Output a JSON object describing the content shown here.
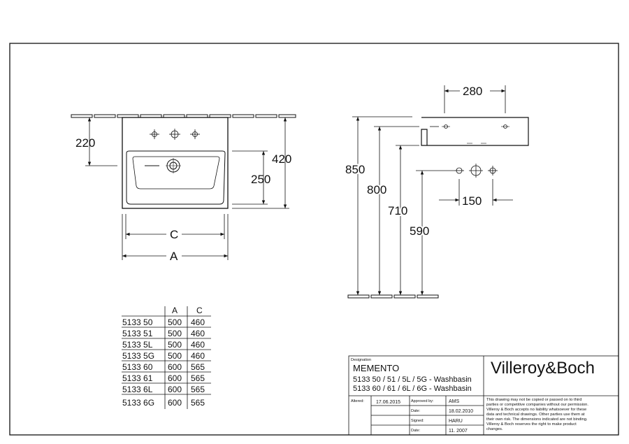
{
  "dimensions": {
    "front_view": {
      "d220": "220",
      "d420": "420",
      "d250": "250",
      "dim_c": "C",
      "dim_a": "A"
    },
    "side_view": {
      "d280": "280",
      "d850": "850",
      "d800": "800",
      "d710": "710",
      "d590": "590",
      "d150": "150"
    }
  },
  "size_table": {
    "headers": [
      "A",
      "C"
    ],
    "rows": [
      {
        "code": "5133 50",
        "a": "500",
        "c": "460"
      },
      {
        "code": "5133 51",
        "a": "500",
        "c": "460"
      },
      {
        "code": "5133 5L",
        "a": "500",
        "c": "460"
      },
      {
        "code": "5133 5G",
        "a": "500",
        "c": "460"
      },
      {
        "code": "5133 60",
        "a": "600",
        "c": "565"
      },
      {
        "code": "5133 61",
        "a": "600",
        "c": "565"
      },
      {
        "code": "5133 6L",
        "a": "600",
        "c": "565"
      },
      {
        "code": "5133 6G",
        "a": "600",
        "c": "565"
      }
    ]
  },
  "title_block": {
    "designation_label": "Designation",
    "product": "MEMENTO",
    "line1": "5133 50 / 51 / 5L / 5G - Washbasin",
    "line2": "5133 60 / 61 / 6L / 6G - Washbasin",
    "brand": "Villeroy&Boch",
    "altered_label": "Altered:",
    "altered_date": "17.06.2015",
    "approved_label": "Approved by:",
    "approved_value": "AMS",
    "date_label_1": "Date:",
    "date_value_1": "18.02.2010",
    "signed_label": "Signed:",
    "signed_value": "HARU",
    "date_label_2": "Date:",
    "date_value_2": "11. 2007",
    "disclaimer": [
      "This drawing may not be copied or passed on to third",
      "parties or competitive companies without our permission.",
      "Villeroy & Boch accepts no liability whatsoever for these",
      "data and technical drawings. Other parties use them at",
      "their own risk. The dimensions indicated are not binding.",
      "Villeroy & Boch reserves the right to make product",
      "changes."
    ]
  }
}
